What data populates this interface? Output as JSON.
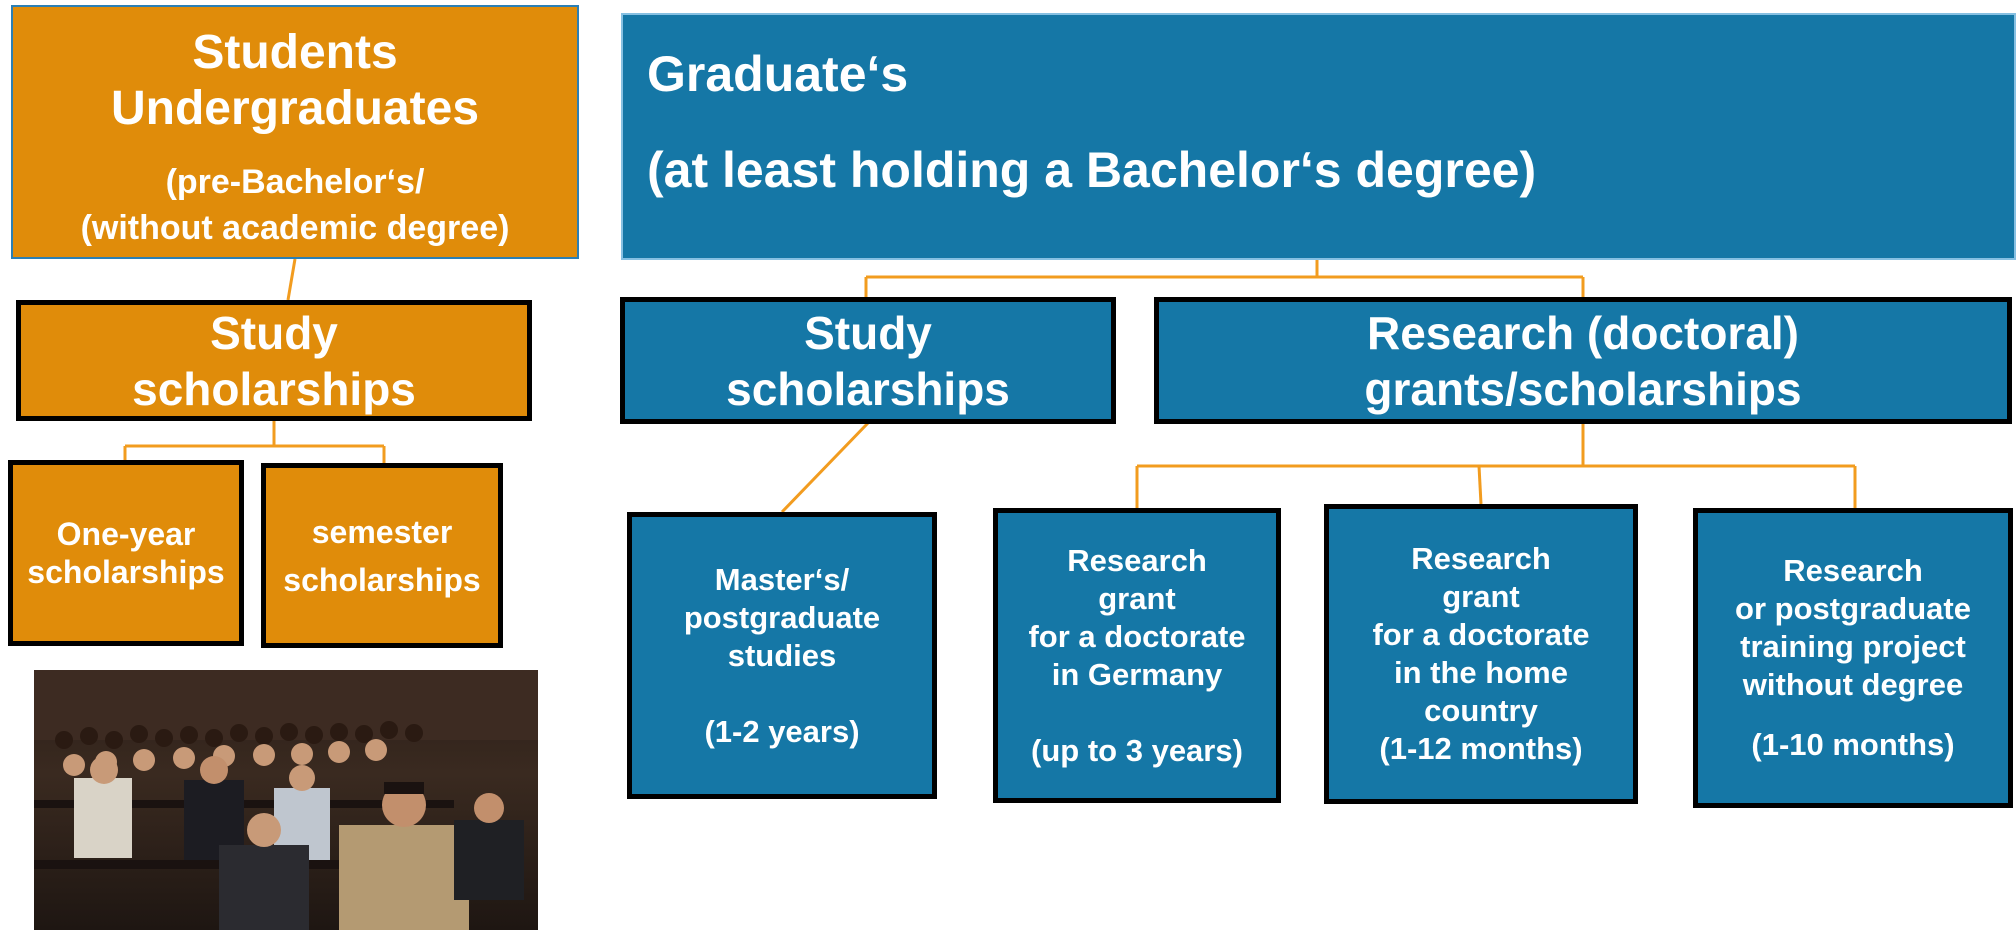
{
  "undergrad": {
    "title_line1": "Students",
    "title_line2": "Undergraduates",
    "sub_line1": "(pre-Bachelor‘s/",
    "sub_line2": "(without academic degree)"
  },
  "graduate": {
    "title": "Graduate‘s",
    "subtitle": "(at least holding a Bachelor‘s degree)"
  },
  "ug_study": {
    "line1": "Study",
    "line2": "scholarships"
  },
  "ug_oneyear": {
    "line1": "One-year",
    "line2": "scholarships"
  },
  "ug_semester": {
    "line1": "semester",
    "line2": "scholarships"
  },
  "gr_study": {
    "line1": "Study",
    "line2": "scholarships"
  },
  "gr_research": {
    "line1": "Research (doctoral)",
    "line2": "grants/scholarships"
  },
  "masters": {
    "line1": "Master‘s/",
    "line2": "postgraduate",
    "line3": "studies",
    "duration": "(1-2 years)"
  },
  "research_germany": {
    "line1": "Research",
    "line2": "grant",
    "line3": "for a doctorate",
    "line4": "in Germany",
    "duration": "(up to 3 years)"
  },
  "research_home": {
    "line1": "Research",
    "line2": "grant",
    "line3": "for a doctorate",
    "line4": "in the home",
    "line5": "country",
    "duration": "(1-12 months)"
  },
  "research_training": {
    "line1": "Research",
    "line2": "or postgraduate",
    "line3": "training project",
    "line4": "without degree",
    "duration": "(1-10 months)"
  },
  "photo": {
    "icon": "lecture-hall-photo"
  },
  "colors": {
    "orange": "#e08c0a",
    "blue": "#1577a6",
    "connector": "#f29c1f",
    "border": "#000000"
  }
}
